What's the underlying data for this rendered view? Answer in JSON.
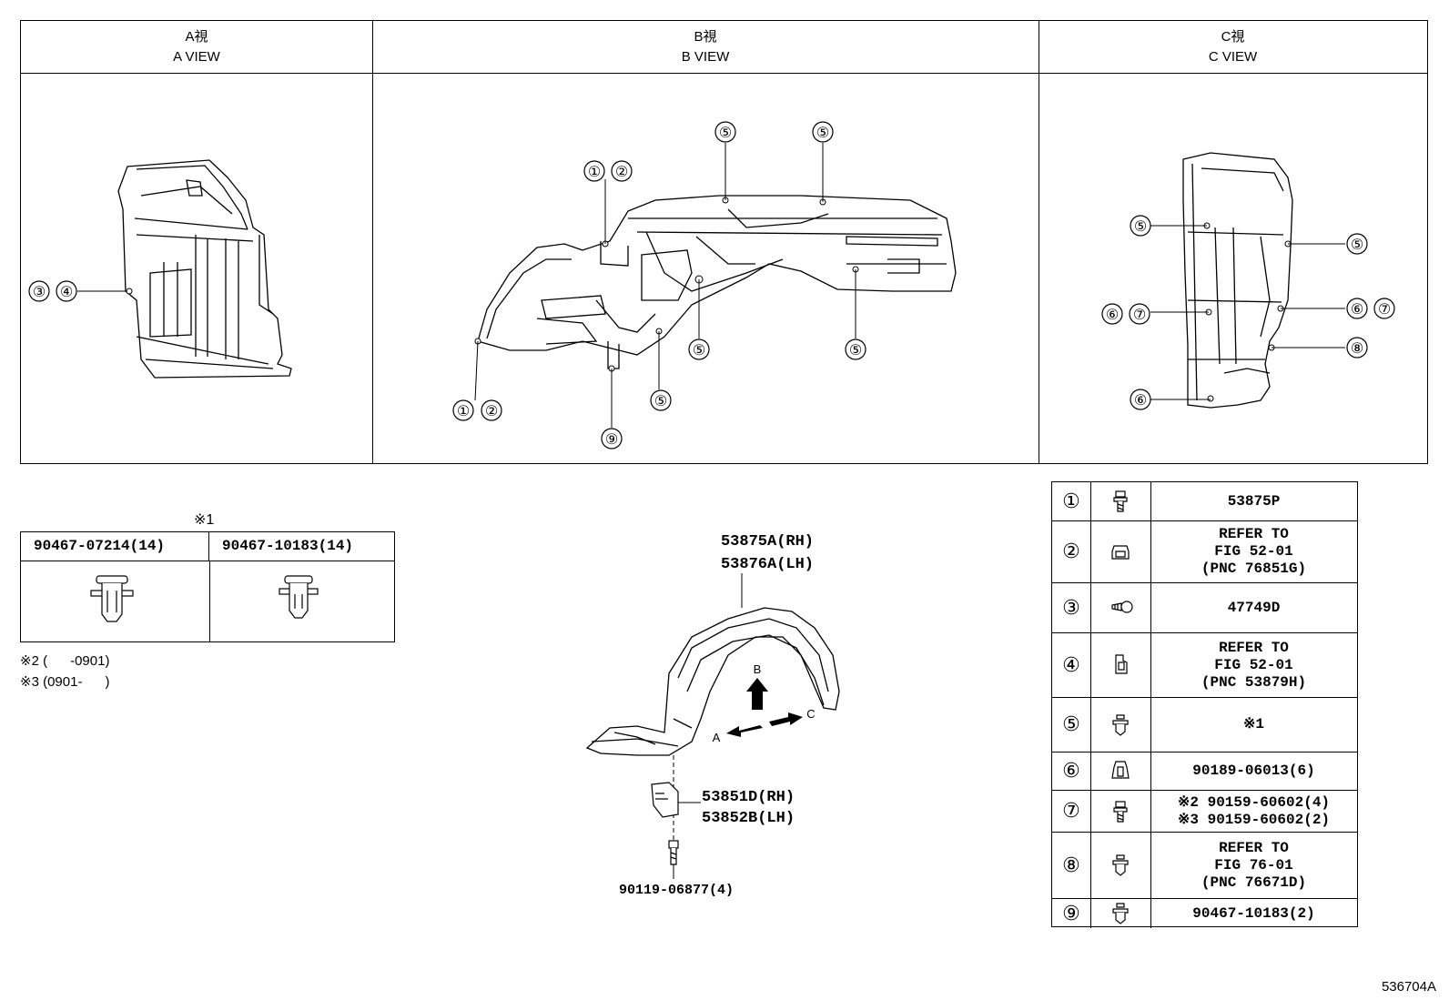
{
  "views": [
    {
      "title_jp": "A視",
      "title_en": "A VIEW"
    },
    {
      "title_jp": "B視",
      "title_en": "B VIEW"
    },
    {
      "title_jp": "C視",
      "title_en": "C VIEW"
    }
  ],
  "callouts": {
    "one": "①",
    "two": "②",
    "three": "③",
    "four": "④",
    "five": "⑤",
    "six": "⑥",
    "seven": "⑦",
    "eight": "⑧",
    "nine": "⑨"
  },
  "clip_table": {
    "note": "※1",
    "col1": "90467-07214(14)",
    "col2": "90467-10183(14)"
  },
  "notes": [
    "※2 (      -0901)",
    "※3 (0901-      )"
  ],
  "main_parts": {
    "liner_rh": "53875A(RH)",
    "liner_lh": "53876A(LH)",
    "seal_rh": "53851D(RH)",
    "seal_lh": "53852B(LH)",
    "screw": "90119-06877(4)",
    "arrow_a": "A",
    "arrow_b": "B",
    "arrow_c": "C"
  },
  "legend": [
    {
      "num": "①",
      "icon": "bolt-icon",
      "lines": [
        "53875P"
      ]
    },
    {
      "num": "②",
      "icon": "nut-clip-icon",
      "lines": [
        "REFER TO",
        "FIG 52-01",
        "(PNC 76851G)"
      ]
    },
    {
      "num": "③",
      "icon": "screw-grommet-icon",
      "lines": [
        "47749D"
      ]
    },
    {
      "num": "④",
      "icon": "spring-nut-icon",
      "lines": [
        "REFER TO",
        "FIG 52-01",
        "(PNC 53879H)"
      ]
    },
    {
      "num": "⑤",
      "icon": "push-clip-icon",
      "lines": [
        "※1"
      ]
    },
    {
      "num": "⑥",
      "icon": "nut-icon",
      "lines": [
        "90189-06013(6)"
      ]
    },
    {
      "num": "⑦",
      "icon": "bolt-icon",
      "lines": [
        "※2 90159-60602(4)",
        "※3 90159-60602(2)"
      ]
    },
    {
      "num": "⑧",
      "icon": "push-clip-icon",
      "lines": [
        "REFER TO",
        "FIG 76-01",
        "(PNC 76671D)"
      ]
    },
    {
      "num": "⑨",
      "icon": "push-clip-icon",
      "lines": [
        "90467-10183(2)"
      ]
    }
  ],
  "figure_id": "536704A"
}
